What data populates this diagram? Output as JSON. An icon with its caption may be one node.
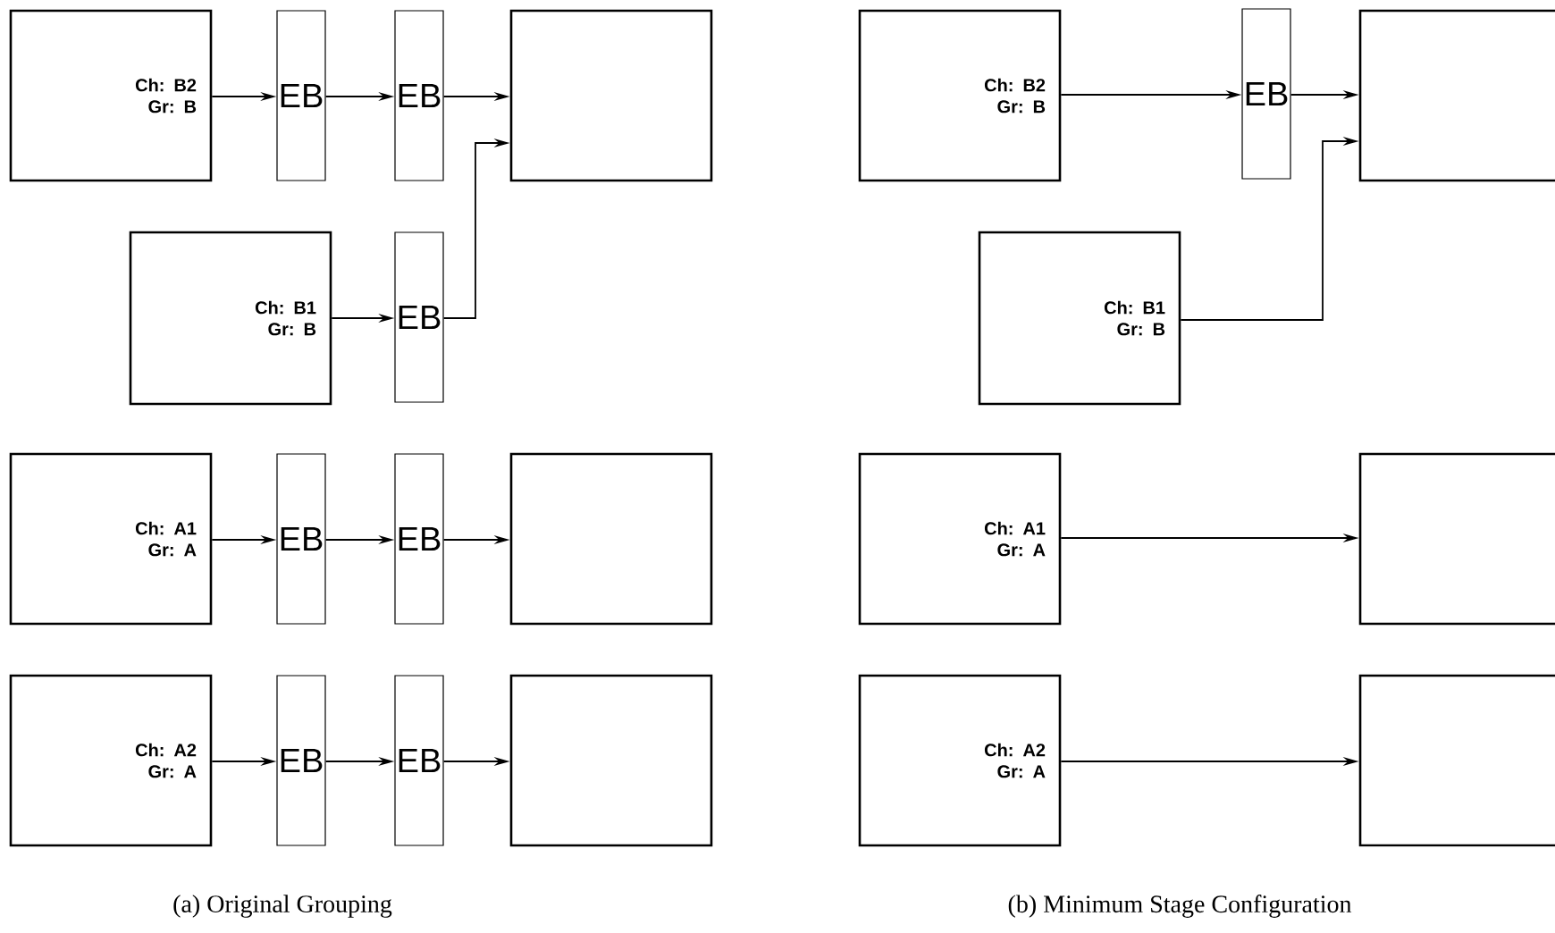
{
  "diagram": {
    "nodes": [
      {
        "text": [
          "Ch: B2",
          "Gr: B"
        ]
      },
      {
        "text": [
          "EB"
        ]
      },
      {
        "text": [
          "EB"
        ]
      },
      {
        "text": [],
        "shape": "box"
      },
      {
        "text": [
          "Ch: B1",
          "Gr: B"
        ]
      },
      {
        "text": [
          "EB"
        ]
      },
      {
        "text": [
          "Ch: A1",
          "Gr: A"
        ]
      },
      {
        "text": [
          "EB"
        ]
      },
      {
        "text": [
          "EB"
        ]
      },
      {
        "text": [],
        "shape": "box"
      },
      {
        "text": [
          "Ch: A2",
          "Gr: A"
        ]
      },
      {
        "text": [
          "EB"
        ]
      },
      {
        "text": [
          "EB"
        ]
      },
      {
        "text": [],
        "shape": "box"
      },
      {
        "text": [
          "Ch: B2",
          "Gr: B"
        ]
      },
      {
        "text": [
          "EB"
        ]
      },
      {
        "text": [],
        "shape": "box"
      },
      {
        "text": [
          "Ch: B1",
          "Gr: B"
        ]
      },
      {
        "text": [
          "Ch: A1",
          "Gr: A"
        ]
      },
      {
        "text": [],
        "shape": "box"
      },
      {
        "text": [
          "Ch: A2",
          "Gr: A"
        ]
      },
      {
        "text": [],
        "shape": "box"
      }
    ],
    "edges": [
      {
        "from": 0,
        "to": 1,
        "arrow": "to"
      },
      {
        "from": 1,
        "to": 2,
        "arrow": "to"
      },
      {
        "from": 2,
        "to": 3,
        "arrow": "to"
      },
      {
        "from": 4,
        "to": 5,
        "arrow": "to"
      },
      {
        "from": 5,
        "to": 3,
        "arrow": "to"
      },
      {
        "from": 6,
        "to": 7,
        "arrow": "to"
      },
      {
        "from": 7,
        "to": 8,
        "arrow": "to"
      },
      {
        "from": 8,
        "to": 9,
        "arrow": "to"
      },
      {
        "from": 10,
        "to": 11,
        "arrow": "to"
      },
      {
        "from": 11,
        "to": 12,
        "arrow": "to"
      },
      {
        "from": 12,
        "to": 13,
        "arrow": "to"
      },
      {
        "from": 14,
        "to": 15,
        "arrow": "to"
      },
      {
        "from": 15,
        "to": 16,
        "arrow": "to"
      },
      {
        "from": 17,
        "to": 16,
        "arrow": "to"
      },
      {
        "from": 18,
        "to": 19,
        "arrow": "to"
      },
      {
        "from": 20,
        "to": 21,
        "arrow": "to"
      }
    ],
    "labels": [
      "(a) Original Grouping",
      "(b) Minimum Stage Configuration"
    ]
  }
}
